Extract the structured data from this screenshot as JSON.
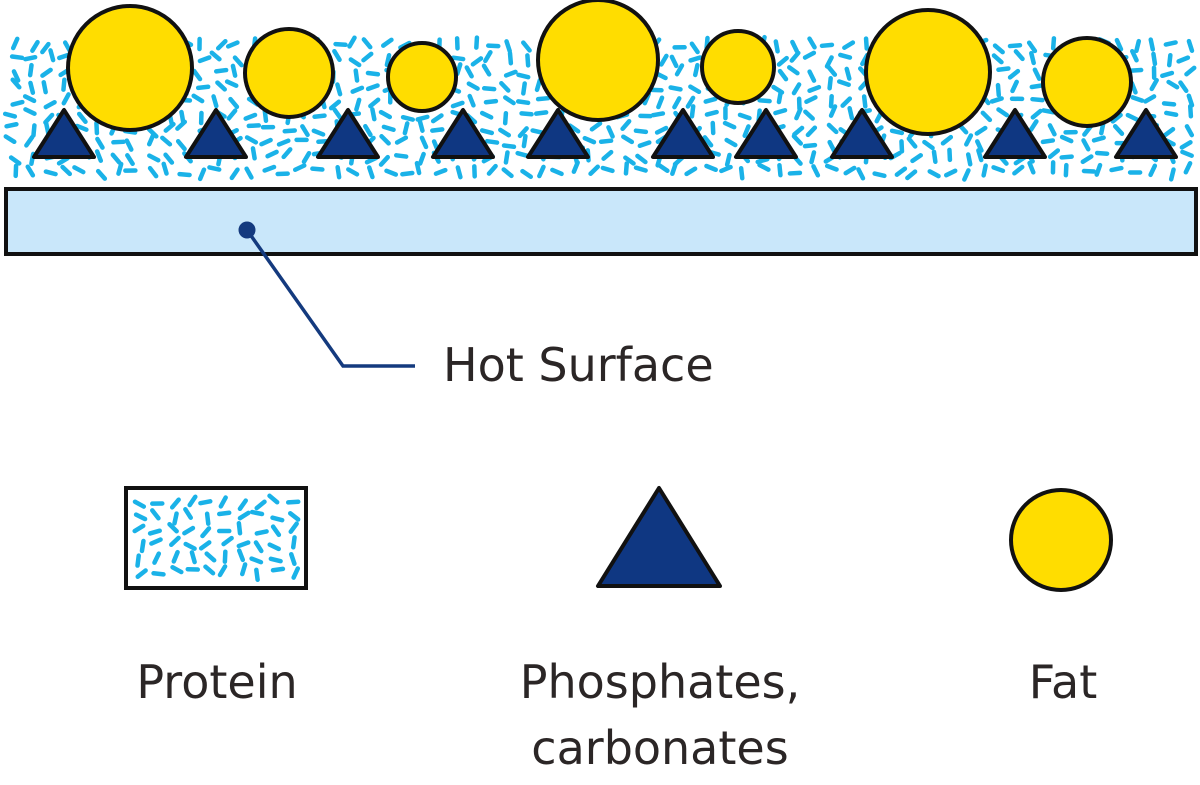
{
  "callout": {
    "label": "Hot Surface"
  },
  "legend": {
    "protein": "Protein",
    "phosphates_line1": "Phosphates,",
    "phosphates_line2": "carbonates",
    "fat": "Fat"
  },
  "colors": {
    "protein": "#1ab2e8",
    "phosphate": "#0f3782",
    "fat": "#ffdd00",
    "surface": "#c9e7fa",
    "outline": "#111111"
  }
}
